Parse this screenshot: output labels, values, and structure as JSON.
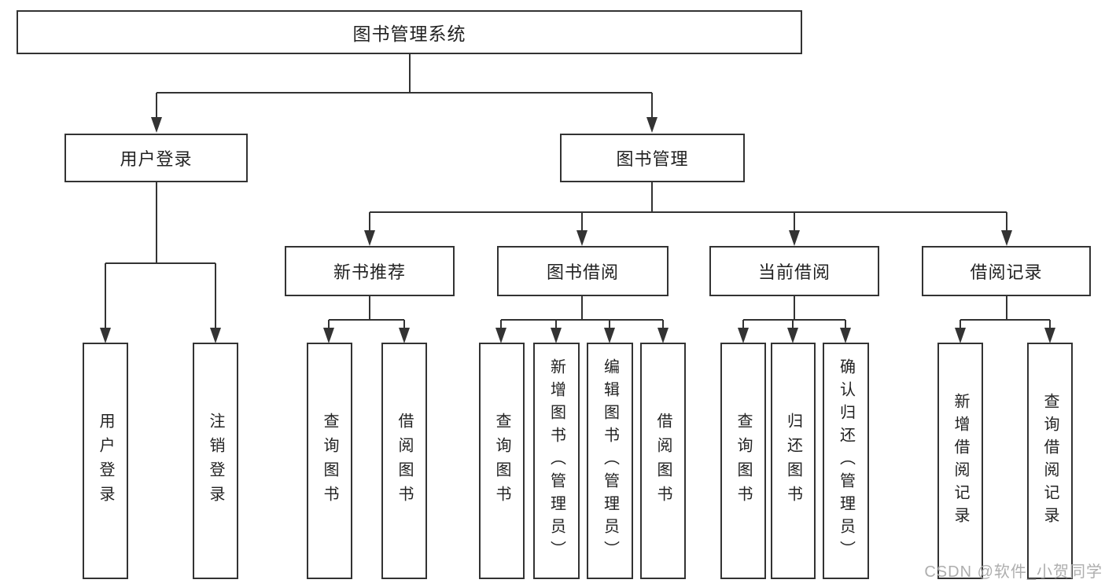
{
  "tree": {
    "label": "图书管理系统",
    "children": [
      {
        "label": "用户登录",
        "children": [
          {
            "label": "用户登录"
          },
          {
            "label": "注销登录"
          }
        ]
      },
      {
        "label": "图书管理",
        "children": [
          {
            "label": "新书推荐",
            "children": [
              {
                "label": "查询图书"
              },
              {
                "label": "借阅图书"
              }
            ]
          },
          {
            "label": "图书借阅",
            "children": [
              {
                "label": "查询图书"
              },
              {
                "label": "新增图书（管理员）"
              },
              {
                "label": "编辑图书（管理员）"
              },
              {
                "label": "借阅图书"
              }
            ]
          },
          {
            "label": "当前借阅",
            "children": [
              {
                "label": "查询图书"
              },
              {
                "label": "归还图书"
              },
              {
                "label": "确认归还（管理员）"
              }
            ]
          },
          {
            "label": "借阅记录",
            "children": [
              {
                "label": "新增借阅记录"
              },
              {
                "label": "查询借阅记录"
              }
            ]
          }
        ]
      }
    ]
  },
  "watermark": "CSDN @软件_小贺同学",
  "colors": {
    "line": "#333333",
    "text": "#222222",
    "box_background": "#ffffff",
    "watermark": "#aaaaaa",
    "background": "#ffffff"
  }
}
